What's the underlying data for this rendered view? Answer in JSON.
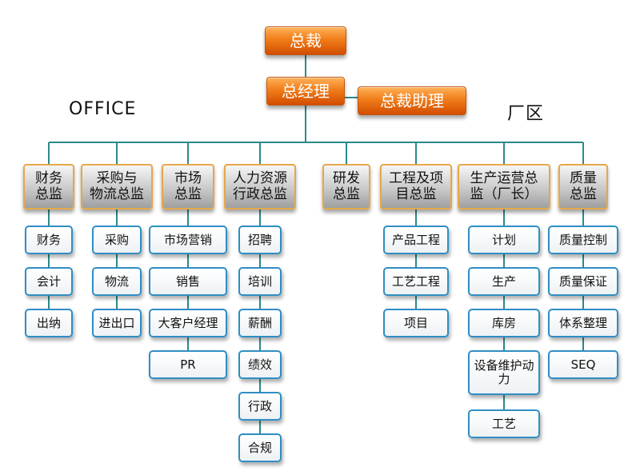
{
  "labels": {
    "office": "OFFICE",
    "factory": "厂区"
  },
  "ceo": "总裁",
  "gm": "总经理",
  "assistant": "总裁助理",
  "directors": [
    {
      "label": "财务\n总监",
      "subs": [
        "财务",
        "会计",
        "出纳"
      ]
    },
    {
      "label": "采购与\n物流总监",
      "subs": [
        "采购",
        "物流",
        "进出口"
      ]
    },
    {
      "label": "市场\n总监",
      "subs": [
        "市场营销",
        "销售",
        "大客户经理",
        "PR"
      ]
    },
    {
      "label": "人力资源\n行政总监",
      "subs": [
        "招聘",
        "培训",
        "薪酬",
        "绩效",
        "行政",
        "合规"
      ]
    },
    {
      "label": "研发\n总监",
      "subs": []
    },
    {
      "label": "工程及项\n目总监",
      "subs": [
        "产品工程",
        "工艺工程",
        "项目"
      ]
    },
    {
      "label": "生产运营总\n监（厂长）",
      "subs": [
        "计划",
        "生产",
        "库房",
        "设备维护动\n力",
        "工艺"
      ]
    },
    {
      "label": "质量\n总监",
      "subs": [
        "质量控制",
        "质量保证",
        "体系整理",
        "SEQ"
      ]
    }
  ],
  "colors": {
    "line": "#2a8a8a",
    "top_box": "#f07d1a",
    "director_border": "#e5a84a",
    "sub_border": "#2f8ec4"
  }
}
